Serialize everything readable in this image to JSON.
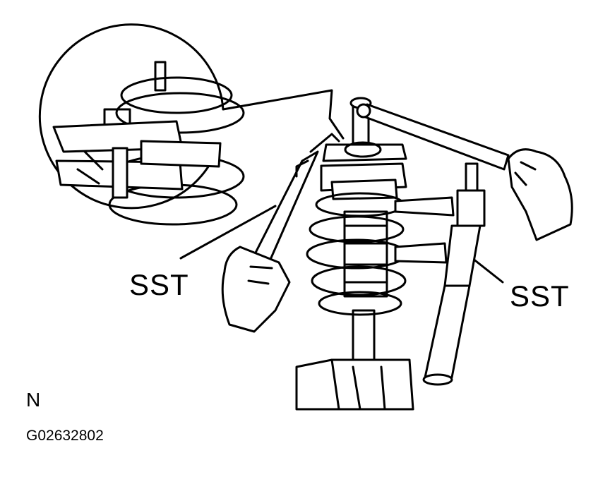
{
  "labels": {
    "sst_left": "SST",
    "sst_right": "SST",
    "code": "N",
    "figure_id": "G02632802"
  },
  "colors": {
    "line": "#000000",
    "background": "#ffffff",
    "shade": "#d9d9d9"
  }
}
